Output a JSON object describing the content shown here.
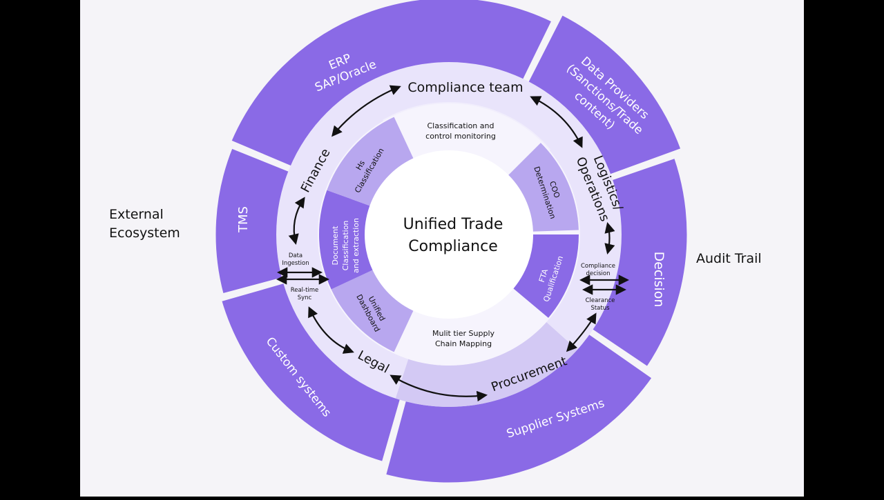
{
  "colors": {
    "background": "#f5f4f8",
    "outer_ring": "#8a6ae6",
    "outer_text": "#ffffff",
    "mid_ring": "#e9e4fb",
    "mid_ring_dark": "#d3c9f4",
    "inner_light": "#f6f4fd",
    "inner_mid": "#b8a7ef",
    "inner_dark": "#8a6ae6",
    "center": "#ffffff",
    "text_dark": "#111111"
  },
  "external_label": {
    "line1": "External",
    "line2": "Ecosystem"
  },
  "audit_label": "Audit Trail",
  "center": {
    "line1": "Unified Trade",
    "line2": "Compliance"
  },
  "outer_segments": [
    {
      "id": "erp",
      "lines": [
        "ERP",
        "SAP/Oracle"
      ]
    },
    {
      "id": "data-providers",
      "lines": [
        "Data Providers",
        "(Sanctions/Trade",
        "content)"
      ]
    },
    {
      "id": "decision",
      "lines": [
        "Decision"
      ]
    },
    {
      "id": "supplier",
      "lines": [
        "Supplier Systems"
      ]
    },
    {
      "id": "custom",
      "lines": [
        "Custom systems"
      ]
    },
    {
      "id": "tms",
      "lines": [
        "TMS"
      ]
    }
  ],
  "teams": {
    "compliance": "Compliance team",
    "logistics": [
      "Logistics/",
      "Operations"
    ],
    "procurement": "Procurement",
    "legal": "Legal",
    "finance": "Finance"
  },
  "flows": {
    "data_ingestion": [
      "Data",
      "Ingestion"
    ],
    "realtime_sync": [
      "Real-time",
      "Sync"
    ],
    "compliance_decision": [
      "Compliance",
      "decision"
    ],
    "clearance_status": [
      "Clearance",
      "Status"
    ]
  },
  "inner_segments": {
    "classification_monitoring": [
      "Classification and",
      "control monitoring"
    ],
    "coo": [
      "COO",
      "Determination"
    ],
    "fta": [
      "FTA",
      "Qualification"
    ],
    "supply_chain": [
      "Mulit tier Supply",
      "Chain Mapping"
    ],
    "unified_dashboard": [
      "Unified",
      "Dashboard"
    ],
    "document": [
      "Document",
      "Classification",
      "and extraction"
    ],
    "hs": [
      "Hs",
      "Classification"
    ]
  }
}
